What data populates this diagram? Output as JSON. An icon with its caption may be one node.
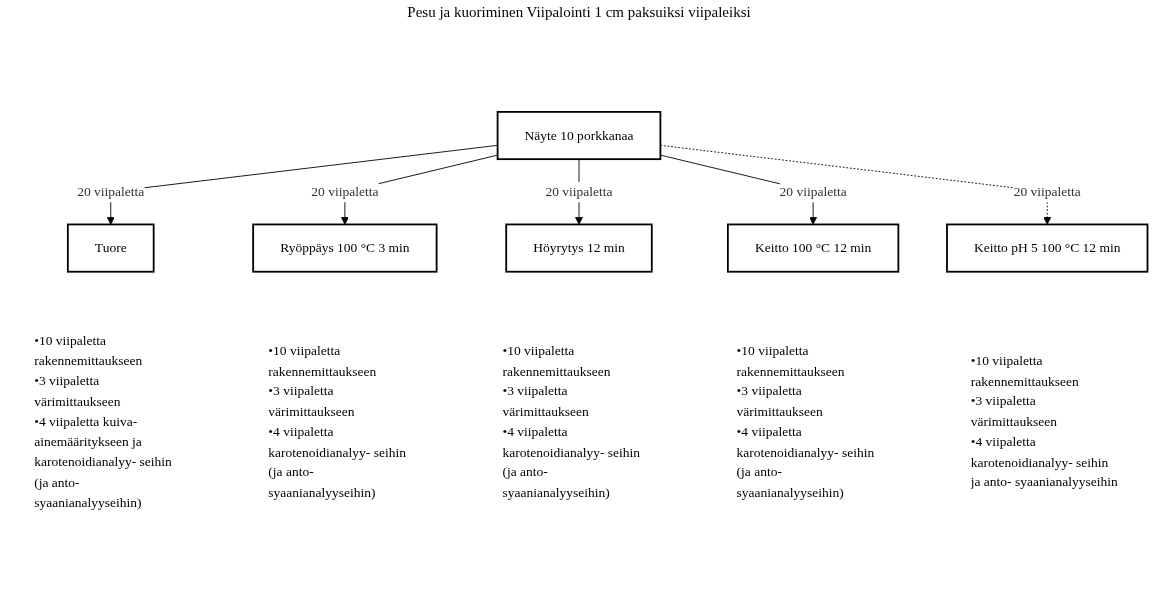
{
  "diagram": {
    "nodes": [
      {
        "text": [
          "Näyte 10 porkkanaa"
        ]
      },
      {
        "text": [
          "Tuore"
        ],
        "beside": [
          "•10 viipaletta rakennemittaukseen",
          "•3 viipaletta värimittaukseen",
          "•4 viipaletta kuiva- ainemääritykseen ja karotenoidianalyy- seihin (ja anto- syaanianalyyseihin)"
        ]
      },
      {
        "text": [
          "Ryöppäys 100 °C 3 min"
        ],
        "beside": [
          "•10 viipaletta rakennemittaukseen",
          "•3 viipaletta värimittaukseen",
          "•4 viipaletta karotenoidianalyy- seihin (ja anto- syaanianalyyseihin)"
        ]
      },
      {
        "text": [
          "Höyrytys 12 min"
        ],
        "beside": [
          "•10 viipaletta rakennemittaukseen",
          "•3 viipaletta värimittaukseen",
          "•4 viipaletta karotenoidianalyy- seihin (ja anto- syaanianalyyseihin)"
        ]
      },
      {
        "text": [
          "Keitto 100 °C 12 min"
        ],
        "beside": [
          "•10 viipaletta rakennemittaukseen",
          "•3 viipaletta värimittaukseen",
          "•4 viipaletta karotenoidianalyy- seihin (ja anto- syaanianalyyseihin)"
        ]
      },
      {
        "text": [
          "Keitto pH 5 100 °C 12 min"
        ],
        "beside": [
          "•10 viipaletta rakennemittaukseen",
          "•3 viipaletta värimittaukseen",
          "•4 viipaletta karotenoidianalyy- seihin ja anto- syaanianalyyseihin"
        ]
      }
    ],
    "edges": [
      {
        "from": 0,
        "to": 1,
        "arrow": "to",
        "label": "20 viipaletta"
      },
      {
        "from": 0,
        "to": 2,
        "arrow": "to",
        "label": "20 viipaletta"
      },
      {
        "from": 0,
        "to": 3,
        "arrow": "to",
        "label": "20 viipaletta"
      },
      {
        "from": 0,
        "to": 4,
        "arrow": "to",
        "label": "20 viipaletta"
      },
      {
        "from": 0,
        "to": 5,
        "arrow": "to",
        "label": "20 viipaletta",
        "style": "dashed"
      }
    ],
    "labels": [
      "Pesu ja kuoriminen Viipalointi 1 cm paksuiksi viipaleiksi"
    ]
  }
}
